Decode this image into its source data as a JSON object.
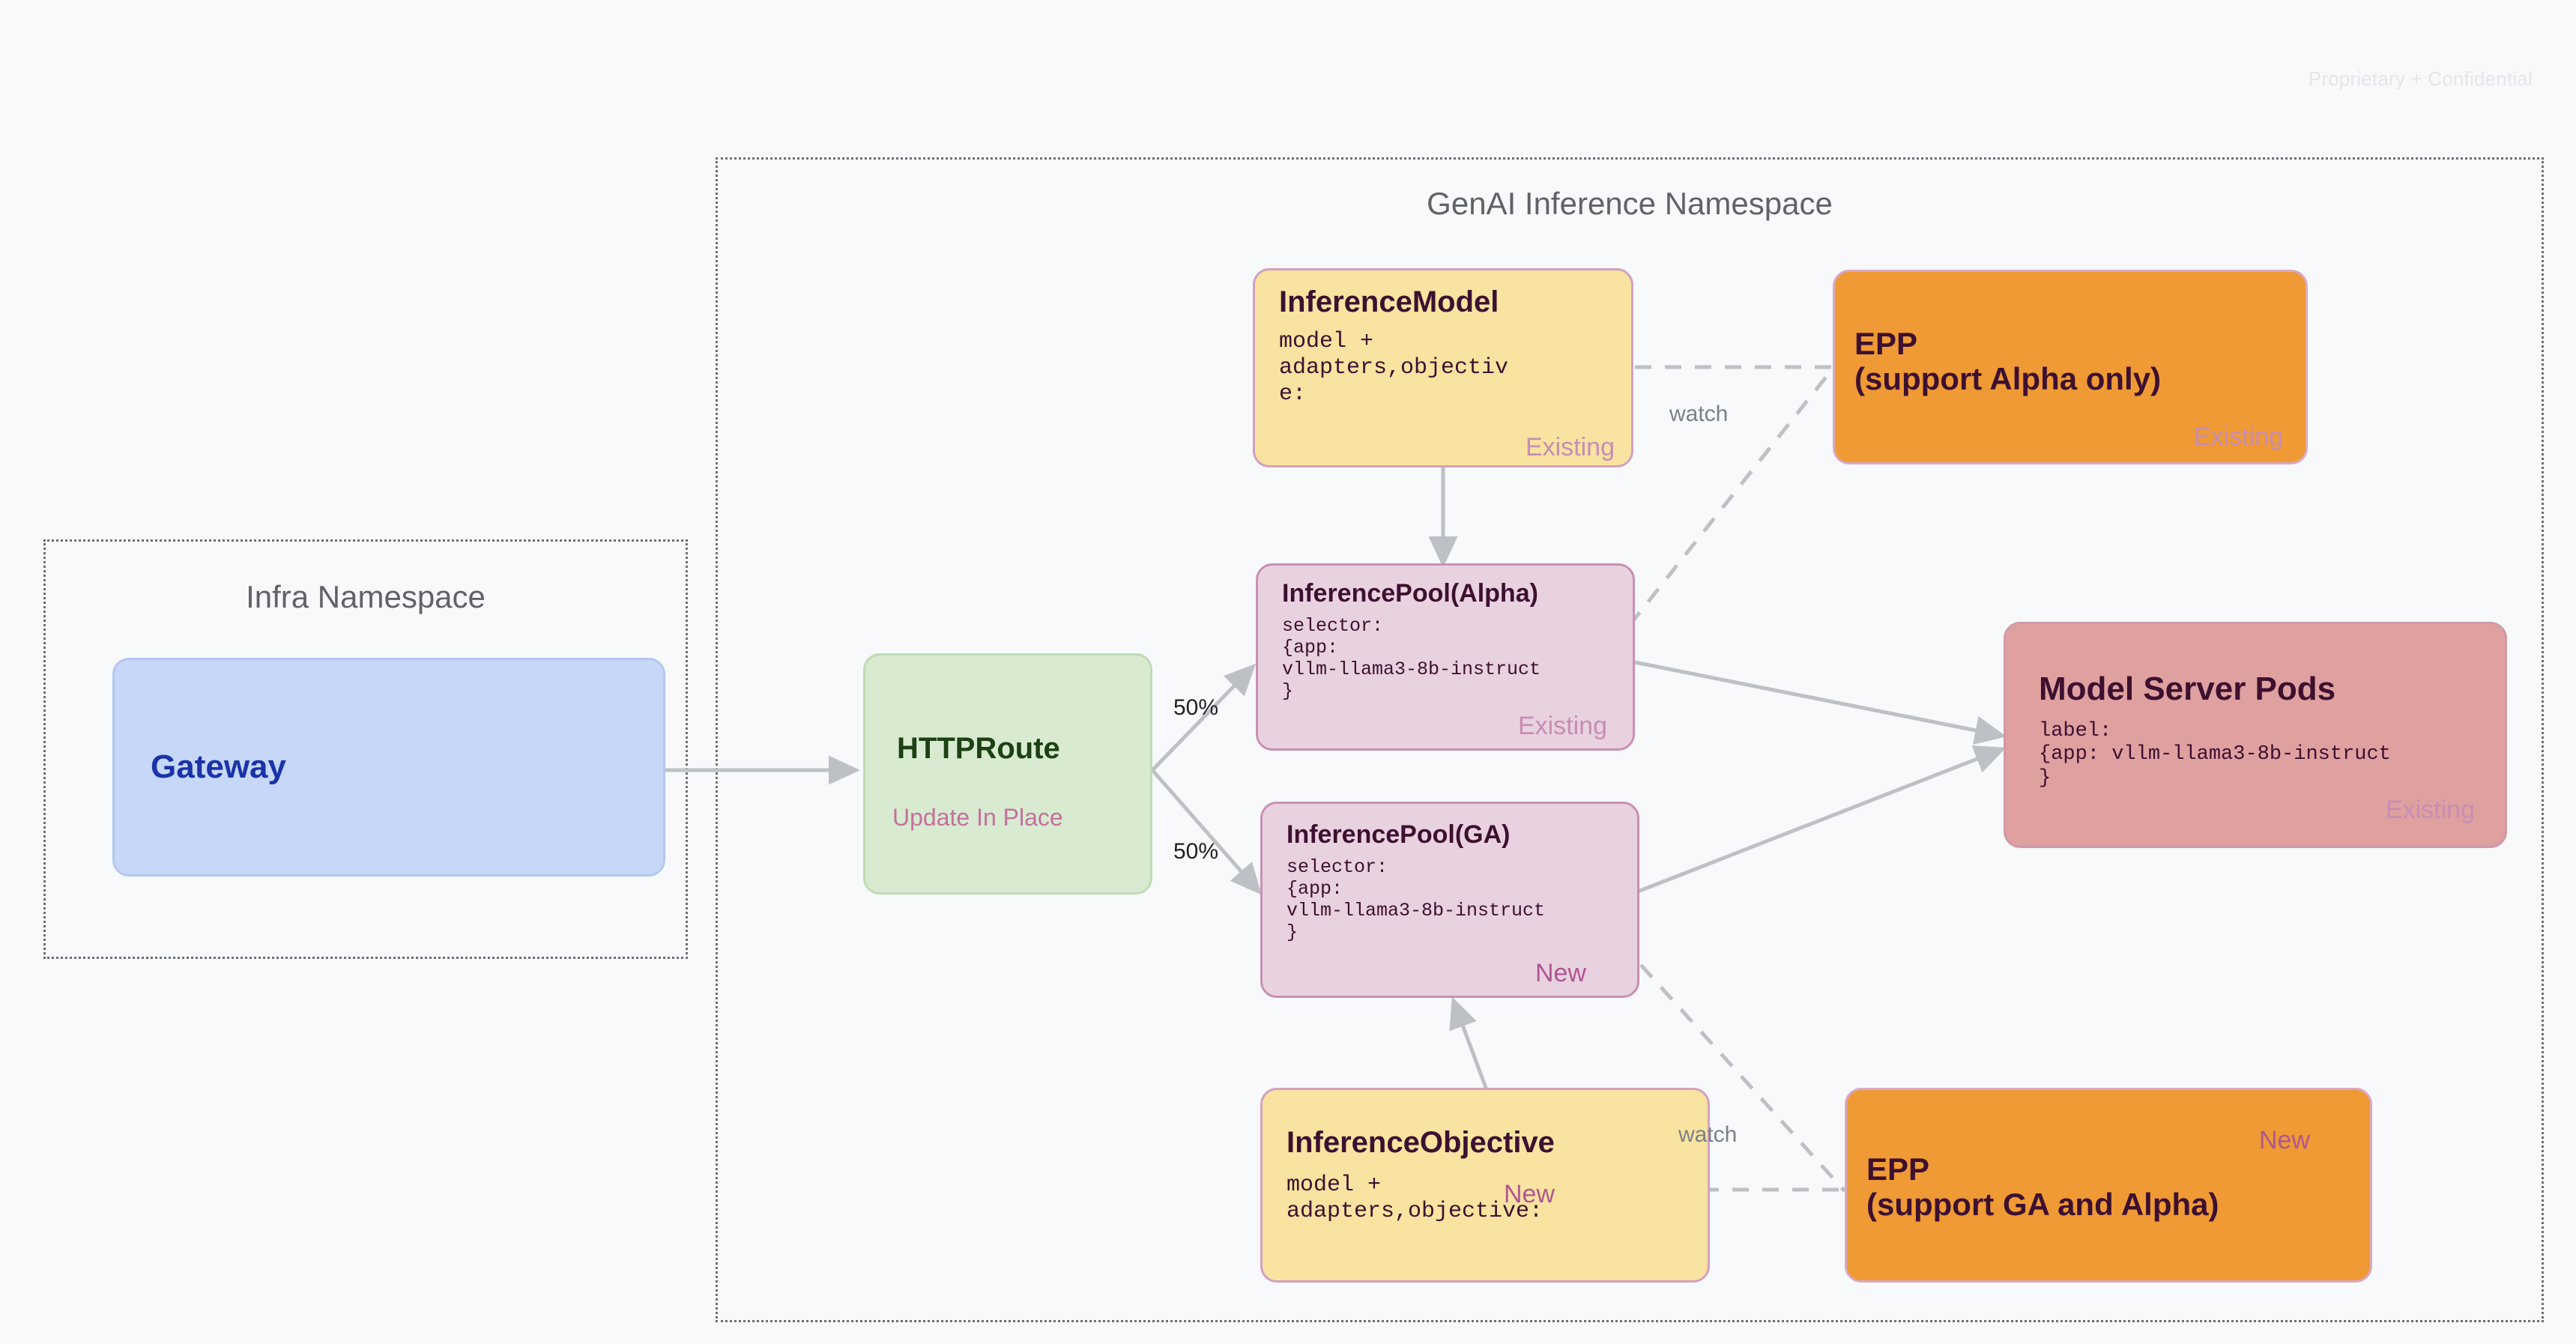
{
  "slide": {
    "confidential_note": "Proprietary + Confidential",
    "background_color": "#f7f9fb"
  },
  "namespaces": [
    {
      "id": "infra",
      "title": "Infra Namespace"
    },
    {
      "id": "genai",
      "title": "GenAI Inference Namespace"
    }
  ],
  "nodes": {
    "gateway": {
      "title": "Gateway",
      "color": "#c6d7f7"
    },
    "httproute": {
      "title": "HTTPRoute",
      "badge": "Update In Place",
      "color": "#d8ebd0"
    },
    "inference_model": {
      "title": "InferenceModel",
      "spec": "model +\nadapters,objectiv\ne:",
      "badge": "Existing",
      "color": "#f8e3a0"
    },
    "inference_pool_alpha": {
      "title": "InferencePool(Alpha)",
      "spec": "selector:\n{app:\nvllm-llama3-8b-instruct\n}",
      "badge": "Existing",
      "color": "#e9d2e0"
    },
    "inference_pool_ga": {
      "title": "InferencePool(GA)",
      "spec": "selector:\n{app:\nvllm-llama3-8b-instruct\n}",
      "badge": "New",
      "color": "#e9d2e0"
    },
    "inference_objective": {
      "title": "InferenceObjective",
      "spec": "model +\nadapters,objective:",
      "badge": "New",
      "color": "#f8e3a0"
    },
    "epp_alpha": {
      "title": "EPP\n(support Alpha only)",
      "badge": "Existing",
      "color": "#ef9a34"
    },
    "epp_ga": {
      "title": "EPP\n(support GA and Alpha)",
      "badge": "New",
      "color": "#ef9a34"
    },
    "model_server_pods": {
      "title": "Model Server Pods",
      "spec": "label:\n{app: vllm-llama3-8b-instruct\n}",
      "badge": "Existing",
      "color": "#dfa0a0"
    }
  },
  "edges": {
    "gateway_to_route": {
      "label": ""
    },
    "route_to_pool_alpha": {
      "label": "50%"
    },
    "route_to_pool_ga": {
      "label": "50%"
    },
    "model_to_pool_alpha": {
      "label": ""
    },
    "objective_to_pool_ga": {
      "label": ""
    },
    "model_to_epp_alpha": {
      "label": "watch"
    },
    "objective_to_epp_ga": {
      "label": "watch"
    },
    "pool_alpha_to_epp_alpha": {
      "label": ""
    },
    "pool_ga_to_epp_ga": {
      "label": ""
    },
    "pool_alpha_to_pods": {
      "label": ""
    },
    "pool_ga_to_pods": {
      "label": ""
    }
  }
}
